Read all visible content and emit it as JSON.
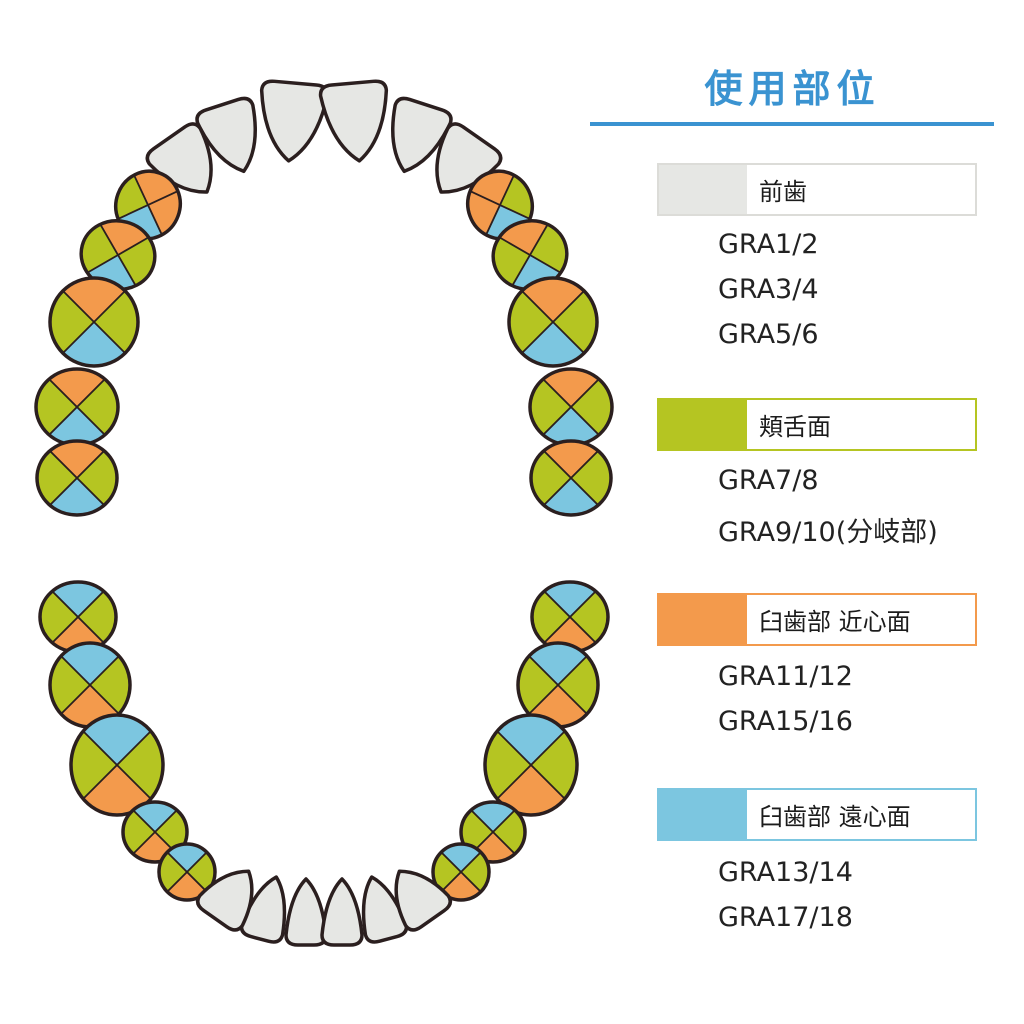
{
  "legend": {
    "title": "使用部位",
    "categories": [
      {
        "label": "前歯",
        "color": "#e6e7e4",
        "border": "#dcdcd8",
        "codes": [
          "GRA1/2",
          "GRA3/4",
          "GRA5/6"
        ]
      },
      {
        "label": "頬舌面",
        "color": "#b5c522",
        "border": "#b5c522",
        "codes": [
          "GRA7/8",
          "GRA9/10(分岐部)"
        ]
      },
      {
        "label": "臼歯部 近心面",
        "color": "#f39a4c",
        "border": "#f39a4c",
        "codes": [
          "GRA11/12",
          "GRA15/16"
        ]
      },
      {
        "label": "臼歯部 遠心面",
        "color": "#7cc6e0",
        "border": "#7cc6e0",
        "codes": [
          "GRA13/14",
          "GRA17/18"
        ]
      }
    ]
  },
  "colors": {
    "anterior": "#e6e7e4",
    "bucco_lingual": "#b5c522",
    "mesial": "#f39a4c",
    "distal": "#7cc6e0",
    "outline": "#2b1f1f",
    "accent": "#3a93d1"
  }
}
